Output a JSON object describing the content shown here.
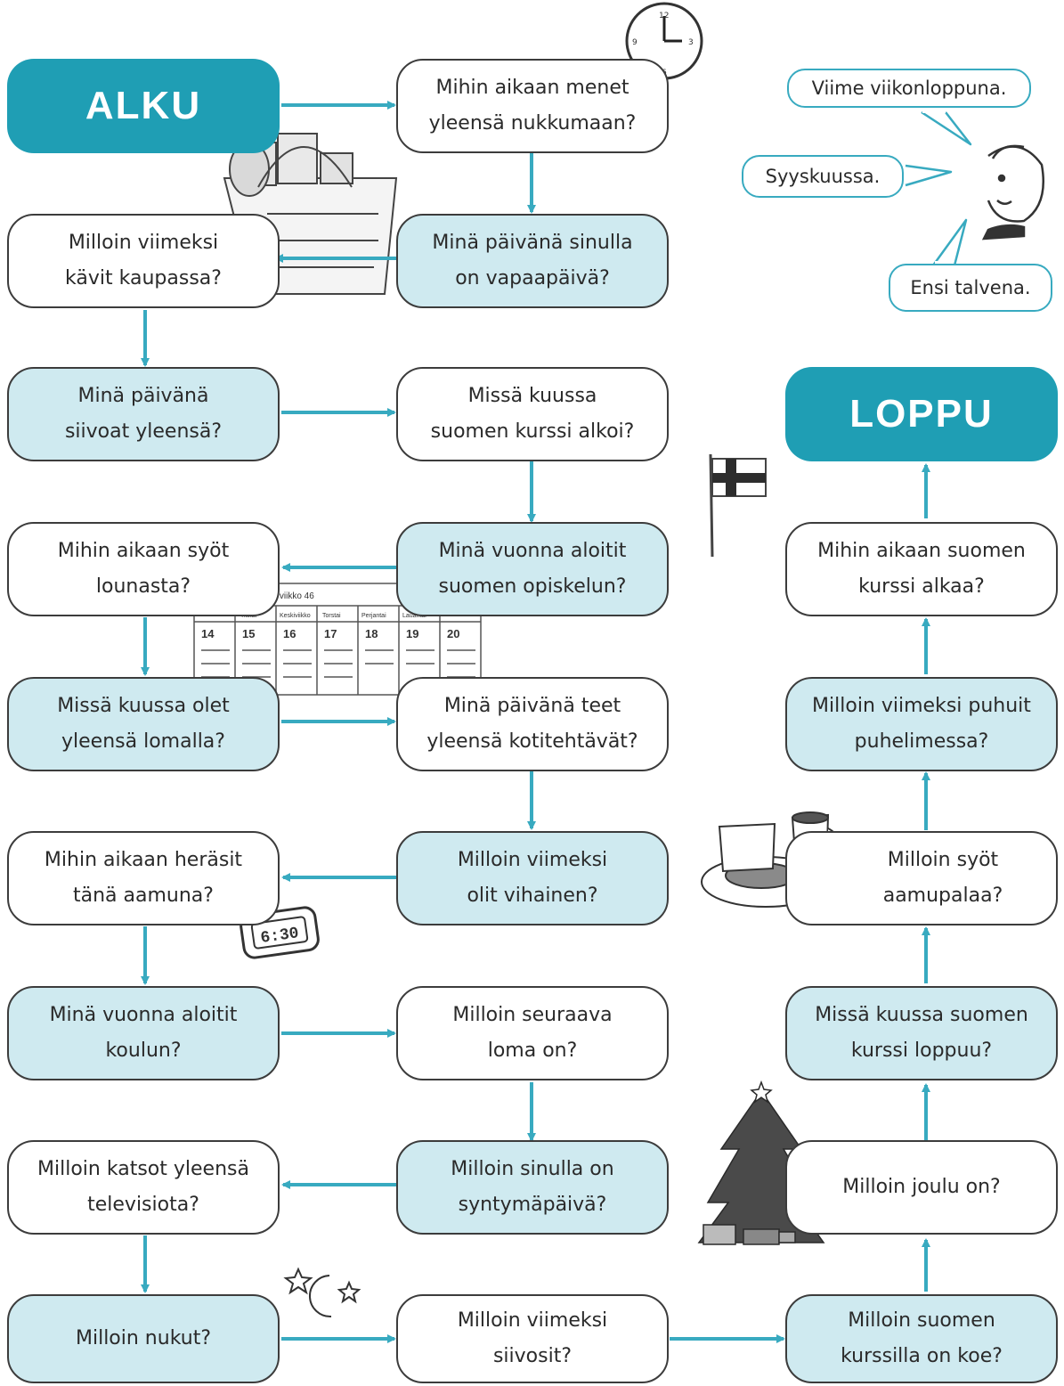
{
  "start_label": "ALKU",
  "end_label": "LOPPU",
  "boxes": {
    "b1": "Mihin aikaan menet\nyleensä nukkumaan?",
    "b2": "Minä päivänä sinulla\non vapaapäivä?",
    "b3": "Milloin viimeksi\nkävit kaupassa?",
    "b4": "Minä päivänä\nsiivoat yleensä?",
    "b5": "Missä kuussa\nsuomen kurssi alkoi?",
    "b6": "Minä vuonna aloitit\nsuomen opiskelun?",
    "b7": "Mihin aikaan syöt\nlounasta?",
    "b8": "Missä kuussa olet\nyleensä lomalla?",
    "b9": "Minä päivänä teet\nyleensä kotitehtävät?",
    "b10": "Milloin viimeksi\nolit vihainen?",
    "b11": "Mihin aikaan heräsit\ntänä aamuna?",
    "b12": "Minä vuonna aloitit\nkoulun?",
    "b13": "Milloin seuraava\nloma on?",
    "b14": "Milloin sinulla on\nsyntymäpäivä?",
    "b15": "Milloin katsot yleensä\ntelevisiota?",
    "b16": "Milloin nukut?",
    "b17": "Milloin viimeksi\nsiivosit?",
    "b18": "Milloin suomen\nkurssilla on koe?",
    "b19": "Milloin joulu on?",
    "b20": "Missä kuussa suomen\nkurssi loppuu?",
    "b21": "Milloin syöt\naamupalaa?",
    "b22": "Milloin viimeksi puhuit\npuhelimessa?",
    "b23": "Mihin aikaan suomen\nkurssi alkaa?"
  },
  "bubbles": {
    "bubble1": "Viime viikonloppuna.",
    "bubble2": "Syyskuussa.",
    "bubble3": "Ensi talvena."
  },
  "calendar": {
    "header": "22  viikko 46",
    "days": [
      "",
      "Tiistai",
      "Keskiviikko",
      "Torstai",
      "Perjantai",
      "Lauantai",
      ""
    ],
    "dates": [
      "14",
      "15",
      "16",
      "17",
      "18",
      "19",
      "20"
    ]
  },
  "clock_text": "6:30",
  "colors": {
    "accent": "#1f9eb4",
    "box_fill": "#cfeaf0",
    "arrow": "#38aac0"
  }
}
